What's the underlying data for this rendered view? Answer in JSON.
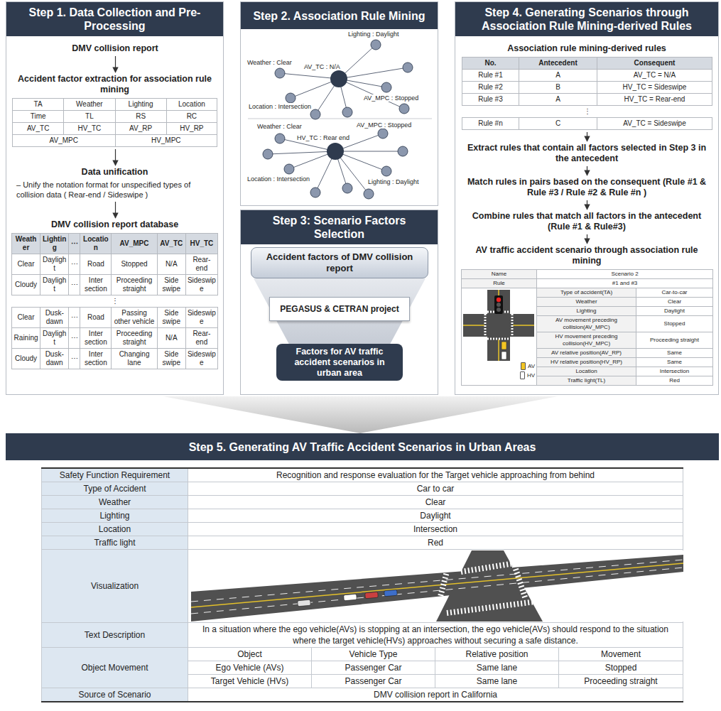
{
  "diagram": {
    "nodes": [
      {
        "text": [
          "Step 1. Data Collection and Pre-Processing"
        ]
      },
      {
        "text": [
          "DMV collision report"
        ],
        "in": 0
      },
      {
        "text": [
          "Accident factor extraction for association rule mining",
          "TA",
          "Weather",
          "Lighting",
          "Location",
          "Time",
          "TL",
          "RS",
          "RC",
          "AV_TC",
          "HV_TC",
          "AV_RP",
          "HV_RP",
          "AV_MPC",
          "HV_MPC"
        ],
        "in": 0
      },
      {
        "text": [
          "Data unification",
          "– Unify the notation format for unspecified types of collision data ( Rear-end / Sideswipe )"
        ],
        "in": 0
      },
      {
        "text": [
          "DMV collision report database",
          "Weather",
          "Lighting",
          "⋯",
          "Location",
          "AV_MPC",
          "AV_TC",
          "HV_TC",
          "Clear",
          "Daylight",
          "⋯",
          "Road",
          "Stopped",
          "N/A",
          "Rear-end",
          "Cloudy",
          "Daylight",
          "⋯",
          "Inter section",
          "Proceeding straight",
          "Side swipe",
          "Sideswipe",
          "⋮",
          "Clear",
          "Dusk-dawn",
          "⋯",
          "Road",
          "Passing other vehicle",
          "Side swipe",
          "Sideswipe",
          "Raining",
          "Daylight",
          "⋯",
          "Inter section",
          "Proceeding straight",
          "N/A",
          "Rear-end",
          "Cloudy",
          "Dusk-dawn",
          "⋯",
          "Inter section",
          "Changing lane",
          "Side swipe",
          "Sideswipe"
        ],
        "in": 0
      },
      {
        "text": [
          "Step 2. Association Rule Mining"
        ]
      },
      {
        "text": [
          "Step 3: Scenario Factors Selection"
        ]
      },
      {
        "text": [
          "Accident factors of DMV collision report"
        ],
        "in": 6
      },
      {
        "text": [
          "PEGASUS & CETRAN project"
        ],
        "in": 6
      },
      {
        "text": [
          "Factors for AV traffic accident scenarios in urban area"
        ],
        "in": 6
      },
      {
        "text": [
          "Step 4. Generating Scenarios through Association Rule Mining-derived Rules"
        ]
      },
      {
        "text": [
          "Association rule mining-derived rules",
          "No.",
          "Antecedent",
          "Consequent",
          "Rule #1",
          "A",
          "AV_TC = N/A",
          "Rule #2",
          "B",
          "HV_TC = Sideswipe",
          "Rule #3",
          "A",
          "HV_TC = Rear-end",
          "⋮",
          "Rule #n",
          "C",
          "AV_TC = Sideswipe"
        ],
        "in": 10
      },
      {
        "text": [
          "Extract rules that contain all factors selected in Step 3 in the antecedent"
        ],
        "in": 10
      },
      {
        "text": [
          "Match rules in pairs based on the consequent (Rule #1 & Rule #3 / Rule #2 & Rule #n )"
        ],
        "in": 10
      },
      {
        "text": [
          "Combine rules that match all factors in the antecedent (Rule #1 & Rule#3)"
        ],
        "in": 10
      },
      {
        "text": [
          "AV traffic accident scenario through association rule mining",
          "Name",
          "Scenario 2",
          "Rule",
          "#1 and #3",
          "AV",
          "HV",
          "Type of accident(TA)",
          "Car-to-car",
          "Weather",
          "Clear",
          "Lighting",
          "Daylight",
          "AV movement preceding collision(AV_MPC)",
          "Stopped",
          "HV movement preceding collision(HV_MPC)",
          "Proceeding straight",
          "AV relative position(AV_RP)",
          "Same",
          "HV relative position(HV_RP)",
          "Same",
          "Location",
          "Intersection",
          "Traffic light(TL)",
          "Red"
        ],
        "in": 10
      },
      {
        "text": [
          "Step 5. Generating AV Traffic Accident Scenarios in Urban Areas"
        ]
      },
      {
        "text": [
          "Safety Function Requirement",
          "Recognition and response evaluation for the Target vehicle approaching from behind",
          "Type of Accident",
          "Car to car",
          "Weather",
          "Clear",
          "Lighting",
          "Daylight",
          "Location",
          "Intersection",
          "Traffic light",
          "Red",
          "Visualization",
          "Text Description",
          "In a situation where the ego vehicle(AVs) is stopping at an intersection, the ego vehicle(AVs) should respond to the situation where the target vehicle(HVs) approaches without securing a safe distance.",
          "Object Movement",
          "Object",
          "Vehicle Type",
          "Relative position",
          "Movement",
          "Ego Vehicle (AVs)",
          "Passenger Car",
          "Same lane",
          "Stopped",
          "Target Vehicle (HVs)",
          "Passenger Car",
          "Same lane",
          "Proceeding straight",
          "Source of Scenario",
          "DMV collision report in California"
        ],
        "in": 16
      }
    ],
    "edges": [
      {
        "from": 1,
        "to": 2,
        "arrow": "to"
      },
      {
        "from": 2,
        "to": 3,
        "arrow": "to"
      },
      {
        "from": 3,
        "to": 4,
        "arrow": "to"
      },
      {
        "from": 11,
        "to": 12,
        "arrow": "to"
      },
      {
        "from": 12,
        "to": 13,
        "arrow": "to"
      },
      {
        "from": 13,
        "to": 14,
        "arrow": "to"
      },
      {
        "from": 14,
        "to": 15,
        "arrow": "to"
      }
    ],
    "labels": [
      "Lighting : Daylight",
      "Weather : Clear",
      "AV_TC : N/A",
      "AV_MPC : Stopped",
      "Location : Intersection",
      "Weather : Clear",
      "AV_MPC : Stopped",
      "HV_TC : Rear end",
      "Location : Intersection",
      "Lighting : Daylight"
    ]
  }
}
